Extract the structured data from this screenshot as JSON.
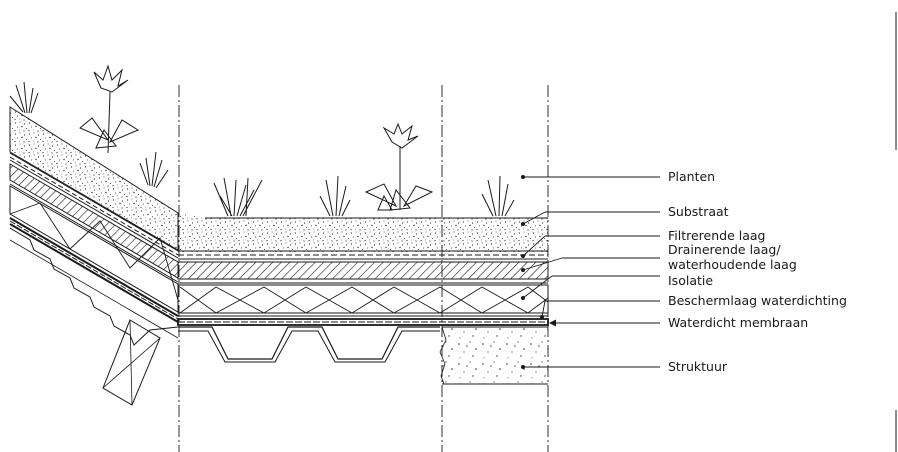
{
  "labels": {
    "planten": "Planten",
    "substraat": "Substraat",
    "filtrerende": "Filtrerende laag",
    "drainerende_1": "Drainerende laag/",
    "drainerende_2": "waterhoudende laag",
    "isolatie": "Isolatie",
    "beschermlaag": "Beschermlaag waterdichting",
    "membraan": "Waterdicht membraan",
    "struktuur": "Struktuur"
  },
  "colors": {
    "line": "#1a1a1a",
    "background": "#ffffff"
  }
}
